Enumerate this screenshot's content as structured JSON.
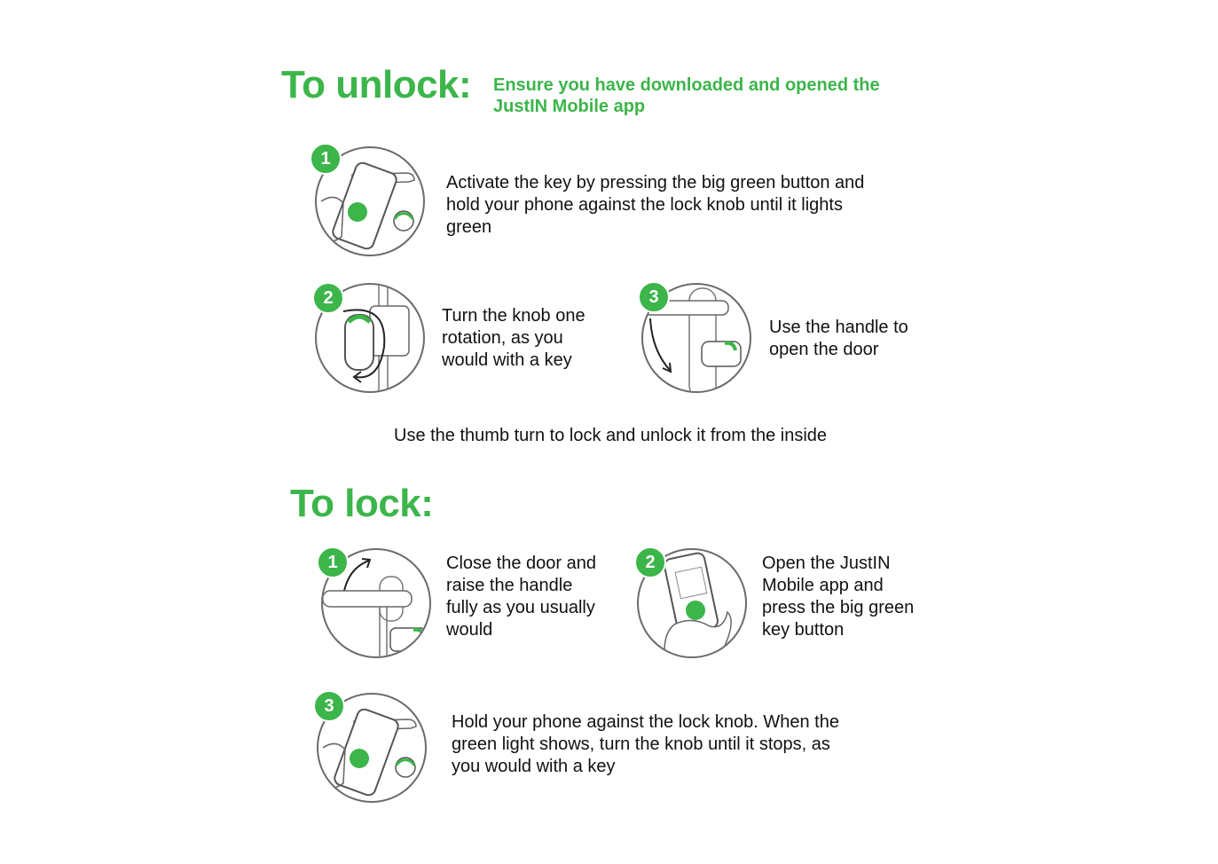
{
  "unlock": {
    "title": "To unlock:",
    "subtitle_line1": "Ensure you have downloaded and opened the",
    "subtitle_line2": "JustIN Mobile app",
    "steps": [
      {
        "number": "1",
        "lines": [
          "Activate the key by pressing the big green button and",
          "hold your phone against the lock knob until it lights",
          "green"
        ]
      },
      {
        "number": "2",
        "lines": [
          "Turn the knob one",
          "rotation, as you",
          "would with a key"
        ]
      },
      {
        "number": "3",
        "lines": [
          "Use the handle to",
          "open the door"
        ]
      }
    ],
    "note": "Use the thumb turn to lock and unlock it from the inside"
  },
  "lock": {
    "title": "To lock:",
    "steps": [
      {
        "number": "1",
        "lines": [
          "Close the door and",
          "raise the handle",
          "fully as you usually",
          "would"
        ]
      },
      {
        "number": "2",
        "lines": [
          "Open the JustIN",
          "Mobile app and",
          "press the big green",
          "key button"
        ]
      },
      {
        "number": "3",
        "lines": [
          "Hold your phone against the lock knob. When the",
          "green light shows, turn the knob until it stops, as",
          "you would with a key"
        ]
      }
    ]
  },
  "colors": {
    "accent": "#3cb54a",
    "text": "#111111",
    "outline": "#6b6b6b"
  }
}
